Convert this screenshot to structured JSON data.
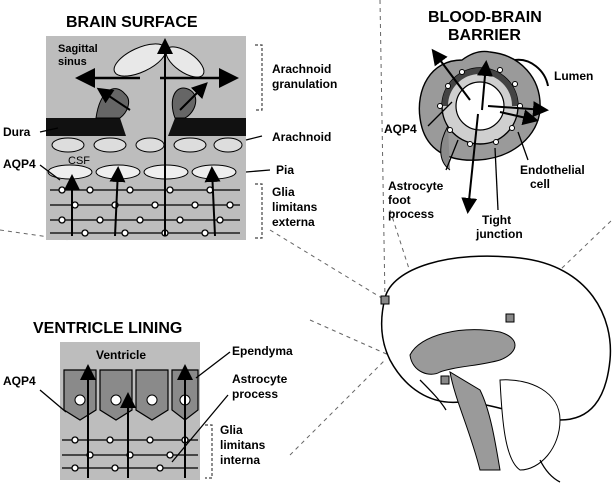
{
  "titles": {
    "brain_surface": "BRAIN SURFACE",
    "bbb_line1": "BLOOD-BRAIN",
    "bbb_line2": "BARRIER",
    "ventricle_lining": "VENTRICLE LINING"
  },
  "brain_surface": {
    "sagittal_1": "Sagittal",
    "sagittal_2": "sinus",
    "dura": "Dura",
    "csf": "CSF",
    "aqp4": "AQP4",
    "arachnoid_gran_1": "Arachnoid",
    "arachnoid_gran_2": "granulation",
    "arachnoid": "Arachnoid",
    "pia": "Pia",
    "glia_1": "Glia",
    "glia_2": "limitans",
    "glia_3": "externa"
  },
  "bbb": {
    "lumen": "Lumen",
    "aqp4": "AQP4",
    "endothelial_1": "Endothelial",
    "endothelial_2": "cell",
    "astro_1": "Astrocyte",
    "astro_2": "foot",
    "astro_3": "process",
    "tight_1": "Tight",
    "tight_2": "junction"
  },
  "ventricle": {
    "ventricle": "Ventricle",
    "aqp4": "AQP4",
    "ependyma": "Ependyma",
    "astro_1": "Astrocyte",
    "astro_2": "process",
    "glia_1": "Glia",
    "glia_2": "limitans",
    "glia_3": "interna"
  }
}
